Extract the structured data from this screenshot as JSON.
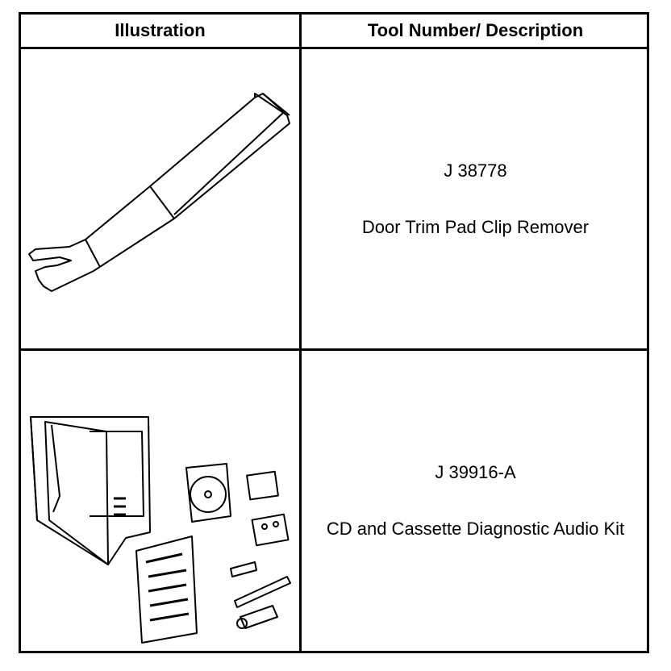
{
  "header": {
    "col_illustration": "Illustration",
    "col_tool": "Tool Number/ Description"
  },
  "rows": [
    {
      "tool_number": "J 38778",
      "description": "Door Trim Pad Clip Remover",
      "illustration_icon": "pry-bar-icon"
    },
    {
      "tool_number": "J 39916-A",
      "description": "CD and Cassette Diagnostic Audio Kit",
      "illustration_icon": "audio-kit-icon"
    }
  ]
}
